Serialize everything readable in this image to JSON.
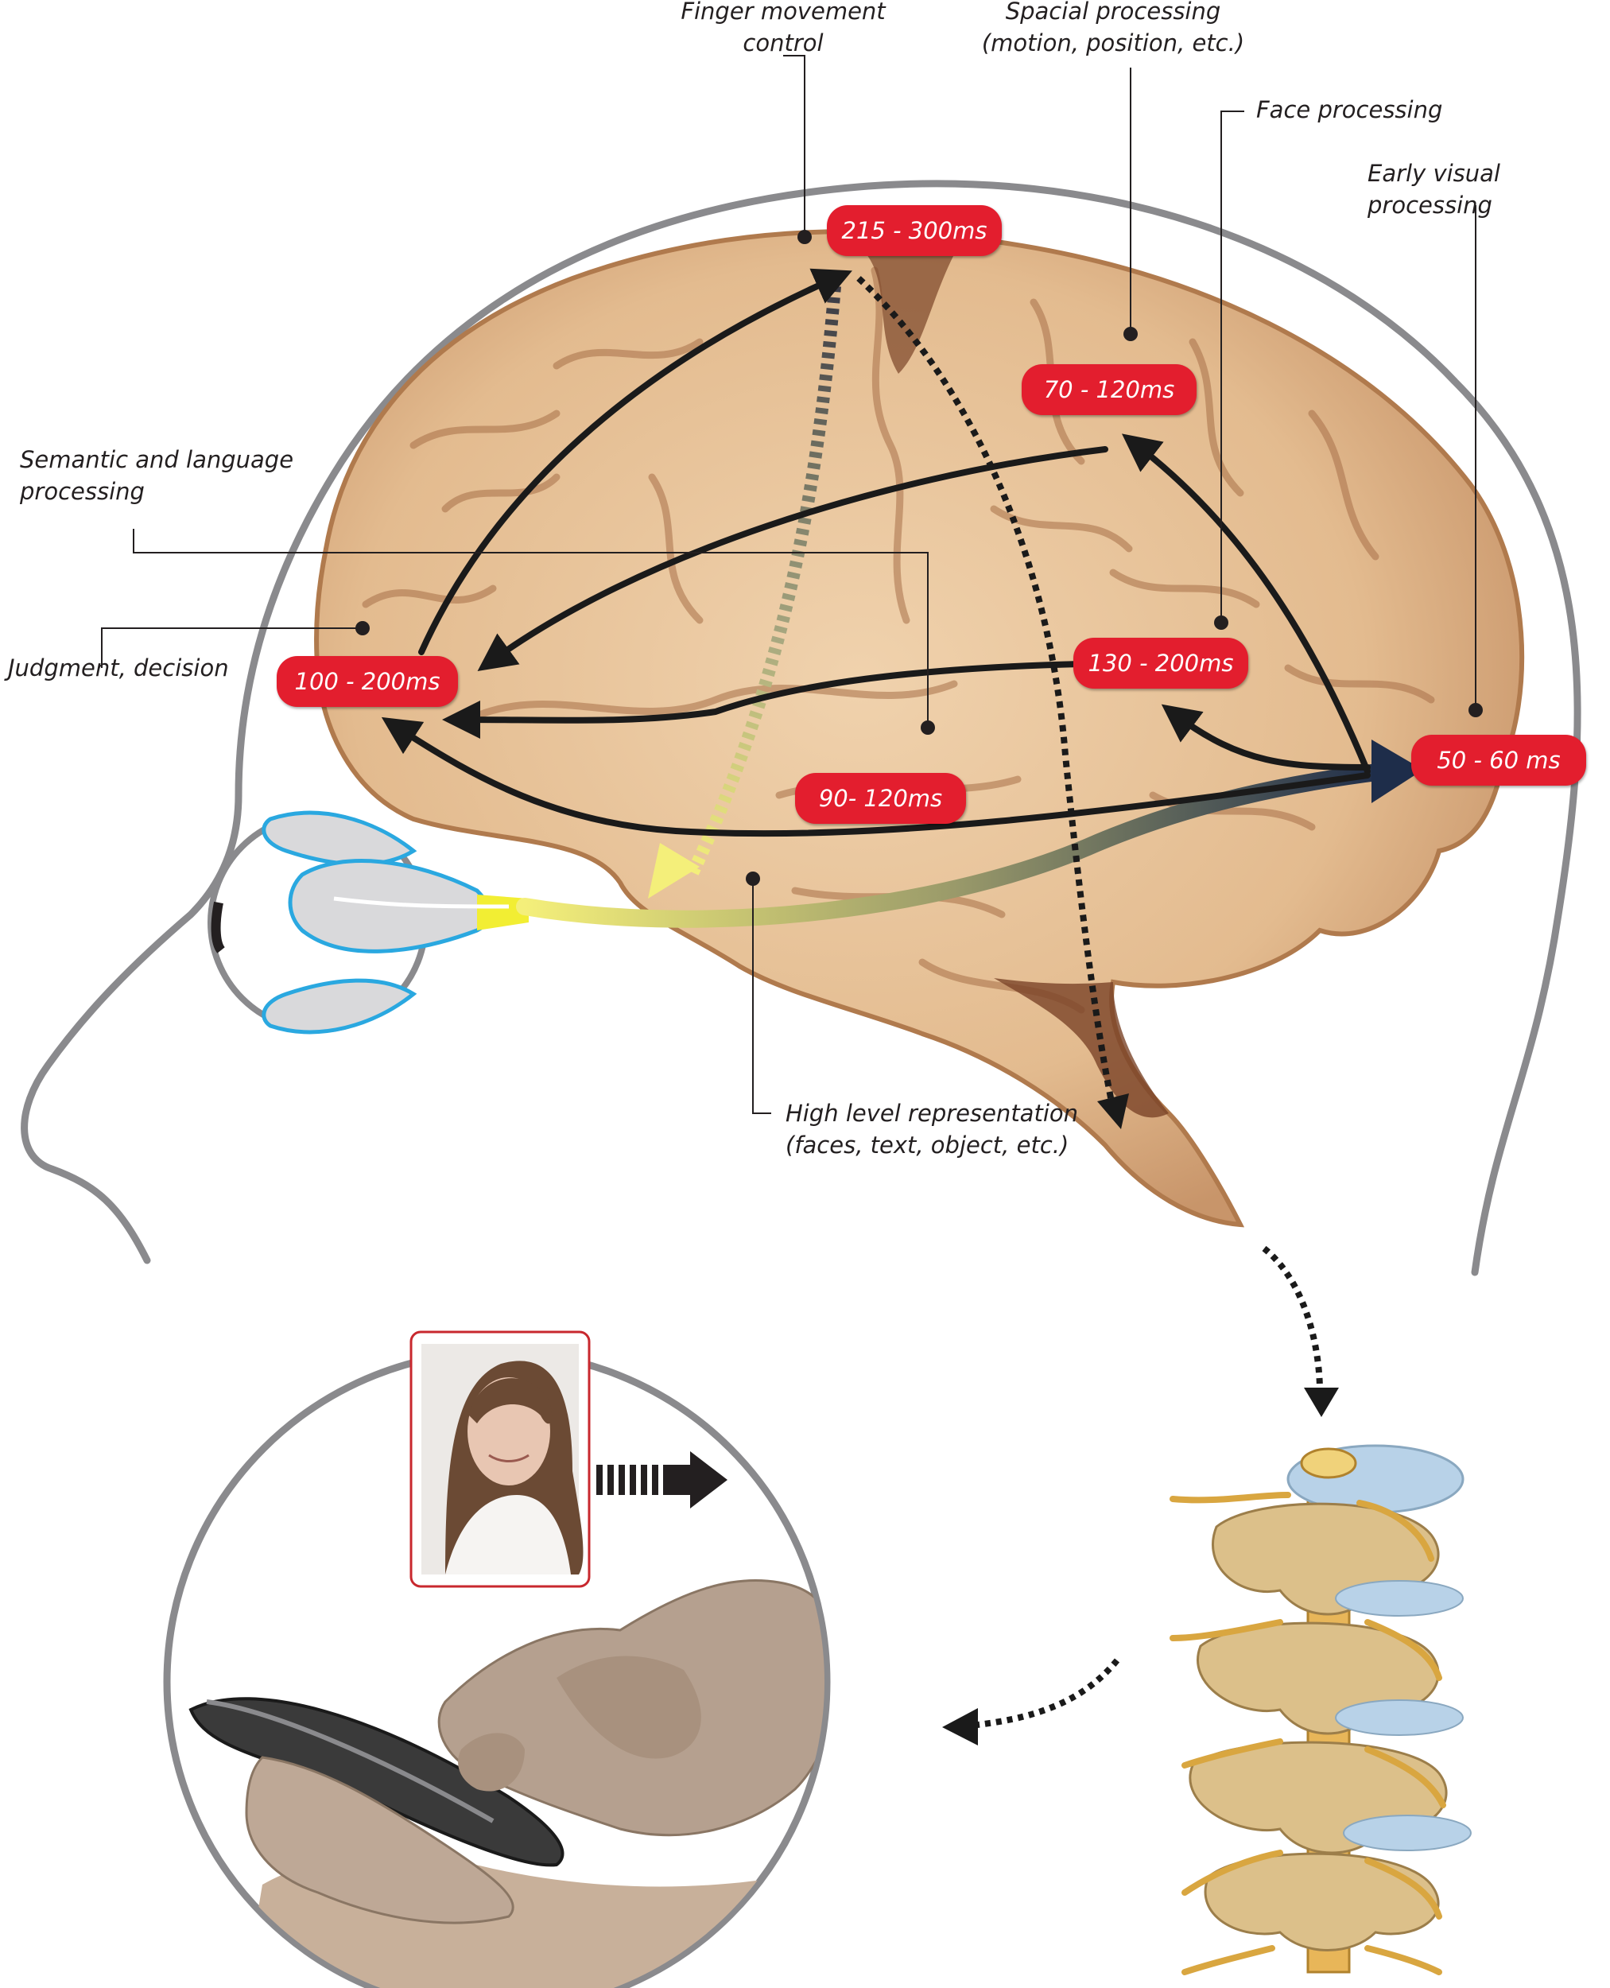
{
  "labels": {
    "finger": [
      "Finger movement",
      "control"
    ],
    "spacial": [
      "Spacial processing",
      "(motion, position, etc.)"
    ],
    "face": "Face processing",
    "early": "Early visual processing",
    "semantic": [
      "Semantic and language",
      "processing"
    ],
    "judgment": "Judgment, decision",
    "high_level": [
      "High level representation",
      "(faces, text, object, etc.)"
    ]
  },
  "timings": {
    "finger": "215 - 300ms",
    "spacial": "70 - 120ms",
    "judgment": "100 - 200ms",
    "face": "130 - 200ms",
    "early": "50 - 60 ms",
    "high_level": "90- 120ms"
  },
  "colors": {
    "badge": "#e31e2e",
    "arrow": "#1a1a1a",
    "outline": "#8a8a8d",
    "brain": "#e8c39a",
    "brain_dark": "#9a6a44",
    "optic_nerve": "#f2ee80",
    "eye_outline": "#2aa8e0",
    "photo_frame": "#c8282e"
  }
}
